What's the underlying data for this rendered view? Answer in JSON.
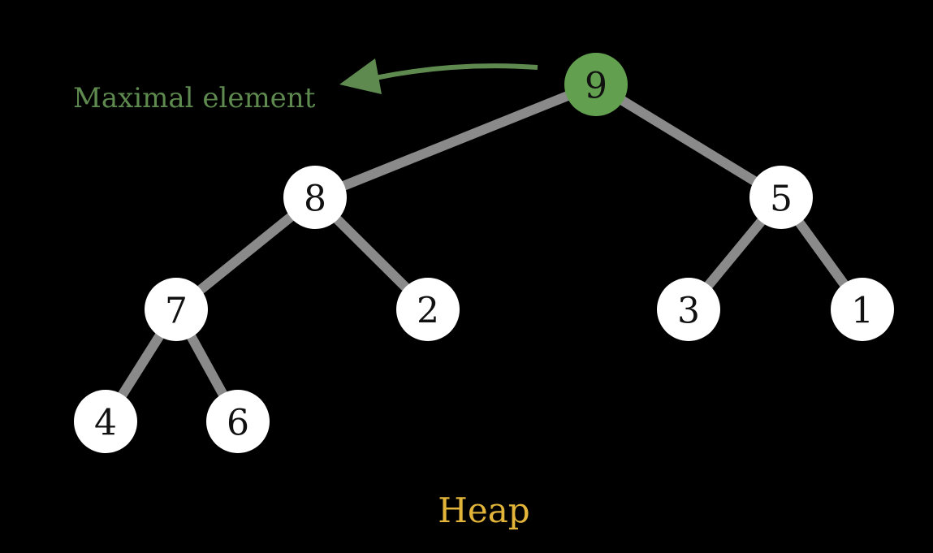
{
  "annotation": {
    "text": "Maximal element",
    "color": "#5e8a4f"
  },
  "caption": {
    "text": "Heap",
    "color": "#e2b43a"
  },
  "colors": {
    "background": "#000000",
    "edge": "#8a8a8a",
    "node_fill": "#ffffff",
    "node_text": "#111111",
    "highlight_fill": "#62a04f",
    "arrow": "#5e8a4f"
  },
  "tree": {
    "nodes": [
      {
        "id": "n9",
        "label": "9",
        "highlighted": true
      },
      {
        "id": "n8",
        "label": "8"
      },
      {
        "id": "n5",
        "label": "5"
      },
      {
        "id": "n7",
        "label": "7"
      },
      {
        "id": "n2",
        "label": "2"
      },
      {
        "id": "n3",
        "label": "3"
      },
      {
        "id": "n1",
        "label": "1"
      },
      {
        "id": "n4",
        "label": "4"
      },
      {
        "id": "n6",
        "label": "6"
      }
    ],
    "edges": [
      [
        "n9",
        "n8"
      ],
      [
        "n9",
        "n5"
      ],
      [
        "n8",
        "n7"
      ],
      [
        "n8",
        "n2"
      ],
      [
        "n5",
        "n3"
      ],
      [
        "n5",
        "n1"
      ],
      [
        "n7",
        "n4"
      ],
      [
        "n7",
        "n6"
      ]
    ]
  }
}
